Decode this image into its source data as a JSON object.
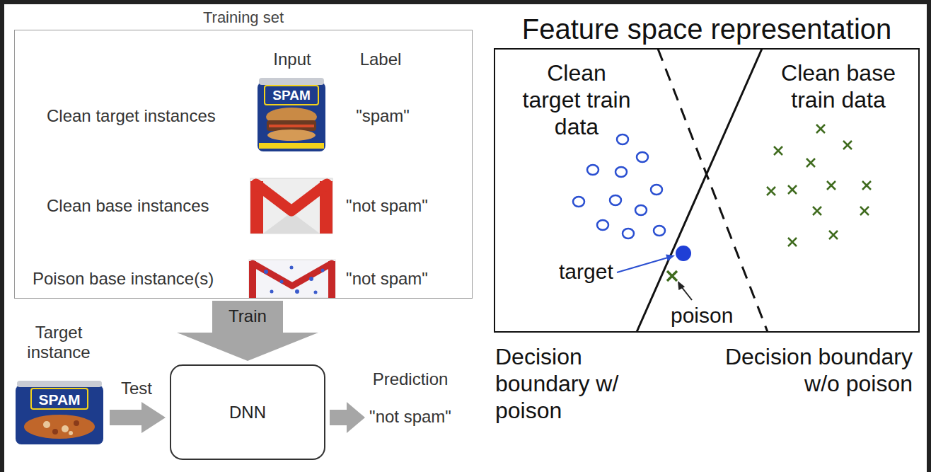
{
  "diagram": {
    "nodes": [
      {
        "text": [
          "Training set"
        ]
      },
      {
        "text": [
          "DNN"
        ]
      },
      {
        "text": [
          "Feature space representation"
        ]
      }
    ],
    "edges": [
      {
        "from": 0,
        "to": 1,
        "arrow": "to",
        "label": "Train"
      }
    ],
    "labels": [
      "Input",
      "Label",
      "Clean target instances",
      "\"spam\"",
      "Clean base instances",
      "\"not spam\"",
      "Poison base instance(s)",
      "\"not spam\"",
      "SPAM",
      "Target instance",
      "SPAM",
      "Test",
      "Prediction",
      "\"not spam\"",
      "Clean target train data",
      "Clean base train data",
      "target",
      "poison",
      "Decision boundary w/ poison",
      "Decision boundary w/o poison"
    ]
  }
}
